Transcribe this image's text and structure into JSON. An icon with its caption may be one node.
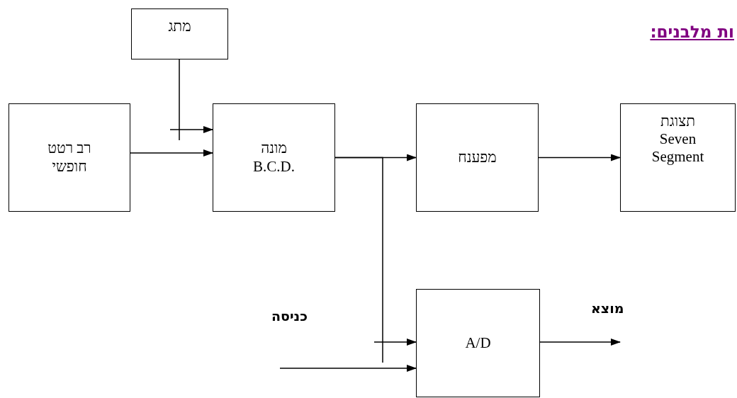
{
  "diagram": {
    "title": "ות מלבנים:",
    "nodes": [
      {
        "text": [
          "מתג"
        ]
      },
      {
        "text": [
          "רב רטט חופשי"
        ]
      },
      {
        "text": [
          "מונה B.C.D."
        ]
      },
      {
        "text": [
          "מפענח"
        ]
      },
      {
        "text": [
          "תצוגת Seven Segment"
        ]
      },
      {
        "text": [
          "A/D"
        ]
      }
    ],
    "edges": [
      {
        "from": 0,
        "to": 2,
        "arrow": "to"
      },
      {
        "from": 1,
        "to": 2,
        "arrow": "to"
      },
      {
        "from": 2,
        "to": 3,
        "arrow": "to"
      },
      {
        "from": 3,
        "to": 4,
        "arrow": "to"
      },
      {
        "from": 2,
        "to": 5,
        "arrow": "to"
      },
      {
        "from": null,
        "to": 5,
        "arrow": "to"
      },
      {
        "from": 5,
        "to": null,
        "arrow": "to"
      }
    ],
    "labels": [
      "כניסה",
      "מוצא"
    ]
  }
}
